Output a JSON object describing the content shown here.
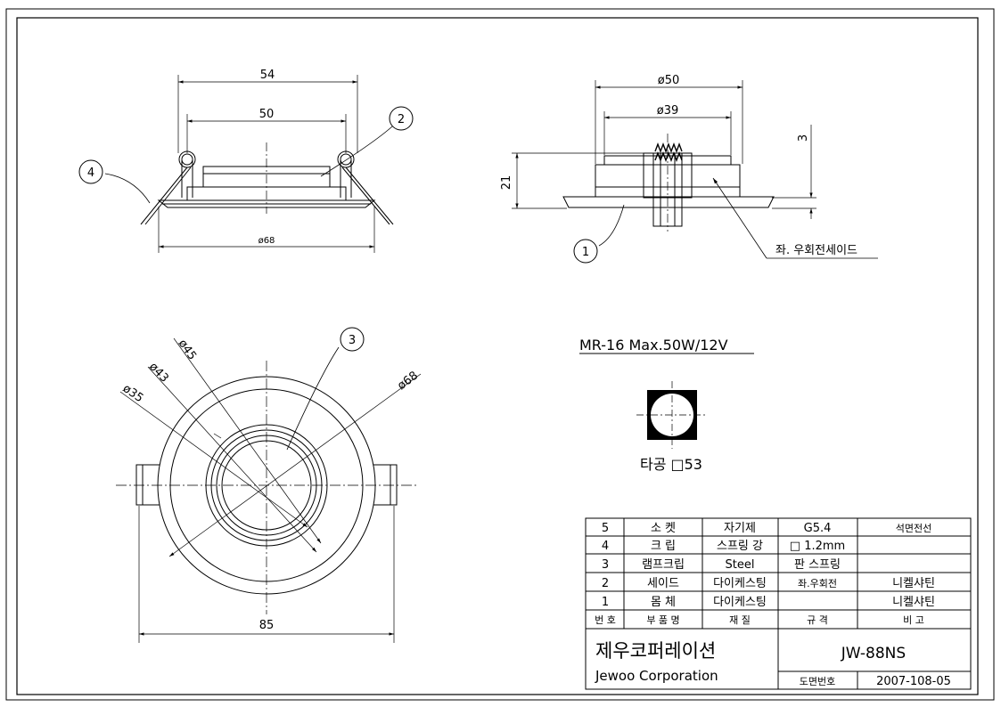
{
  "dims": {
    "d54": "54",
    "d50": "50",
    "d68_side": "ø68",
    "phi50": "ø50",
    "phi39": "ø39",
    "d21": "21",
    "d3": "3",
    "phi45": "ø45",
    "phi43": "ø43",
    "phi35": "ø35",
    "phi68": "ø68",
    "d85": "85"
  },
  "balloons": {
    "b1": "1",
    "b2": "2",
    "b3": "3",
    "b4": "4"
  },
  "callout_shade": "좌. 우회전세이드",
  "spec": "MR-16 Max.50W/12V",
  "cutout": "타공 □53",
  "parts": [
    {
      "no": "5",
      "name": "소 켓",
      "material": "자기제",
      "spec": "G5.4",
      "note": "석면전선"
    },
    {
      "no": "4",
      "name": "크 립",
      "material": "스프링 강",
      "spec": "□ 1.2mm",
      "note": ""
    },
    {
      "no": "3",
      "name": "램프크립",
      "material": "Steel",
      "spec": "판 스프링",
      "note": ""
    },
    {
      "no": "2",
      "name": "세이드",
      "material": "다이케스팅",
      "spec": "좌.우회전",
      "note": "니켈샤틴"
    },
    {
      "no": "1",
      "name": "몸 체",
      "material": "다이케스팅",
      "spec": "",
      "note": "니켈샤틴"
    }
  ],
  "headers": {
    "no": "번 호",
    "name": "부 품 명",
    "material": "재 질",
    "spec": "규 격",
    "note": "비 고"
  },
  "company_ko": "제우코퍼레이션",
  "company_en": "Jewoo Corporation",
  "model": "JW-88NS",
  "drawing_no_label": "도면번호",
  "drawing_no": "2007-108-05"
}
